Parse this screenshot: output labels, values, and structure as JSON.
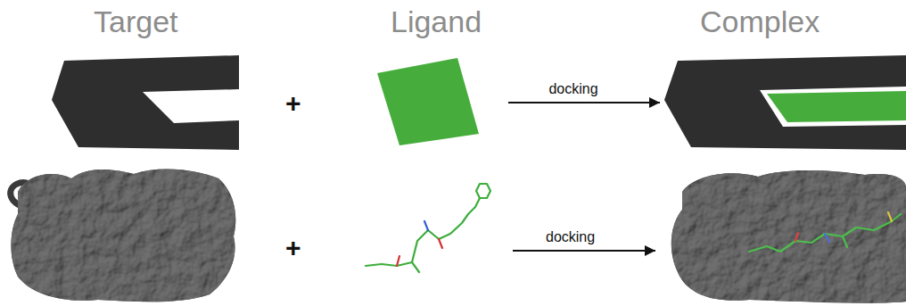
{
  "diagram": {
    "nodes": [
      {
        "text": [
          "Target"
        ]
      },
      {
        "text": [
          "Ligand"
        ]
      },
      {
        "text": [
          "Complex"
        ]
      }
    ],
    "edges": [
      {
        "from": 1,
        "to": 2,
        "label": "docking",
        "arrow": "to"
      }
    ],
    "labels": [
      "+",
      "+",
      "docking"
    ]
  }
}
